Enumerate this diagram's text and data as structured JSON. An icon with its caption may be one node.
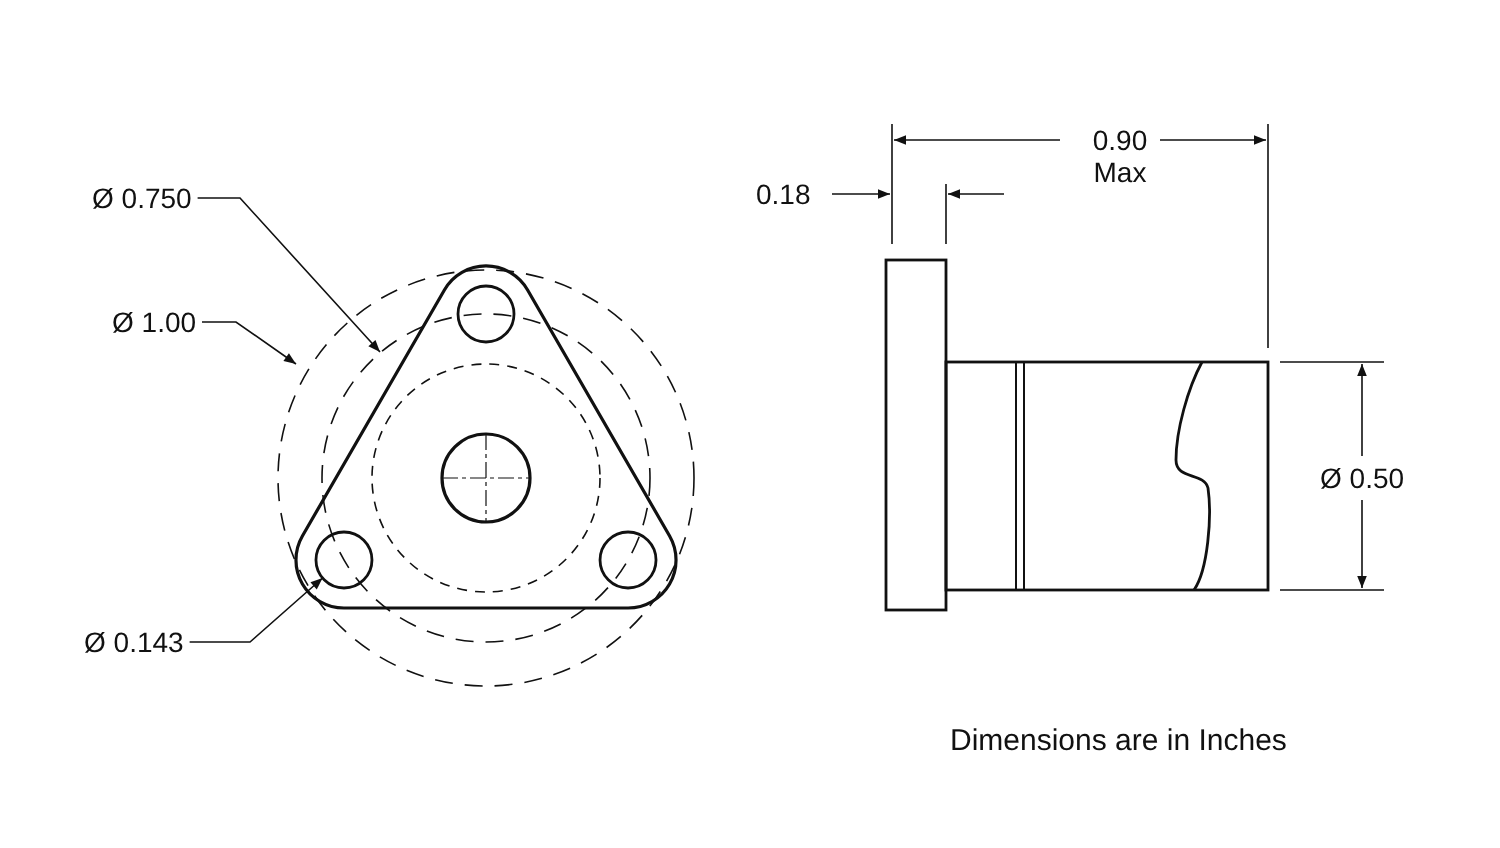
{
  "diagram": {
    "nodes": [
      {
        "text": [
          "Ø 0.750"
        ]
      },
      {
        "text": [
          "Ø 1.00"
        ]
      },
      {
        "text": [
          "Ø 0.143"
        ]
      }
    ],
    "edges": [
      {
        "from": 0,
        "to": null,
        "arrow": "to"
      },
      {
        "from": 1,
        "to": null,
        "arrow": "to"
      },
      {
        "from": 2,
        "to": null,
        "arrow": "to"
      }
    ],
    "labels": [
      "0.90 Max",
      "0.18",
      "Ø 0.50",
      "Dimensions are in Inches"
    ]
  }
}
